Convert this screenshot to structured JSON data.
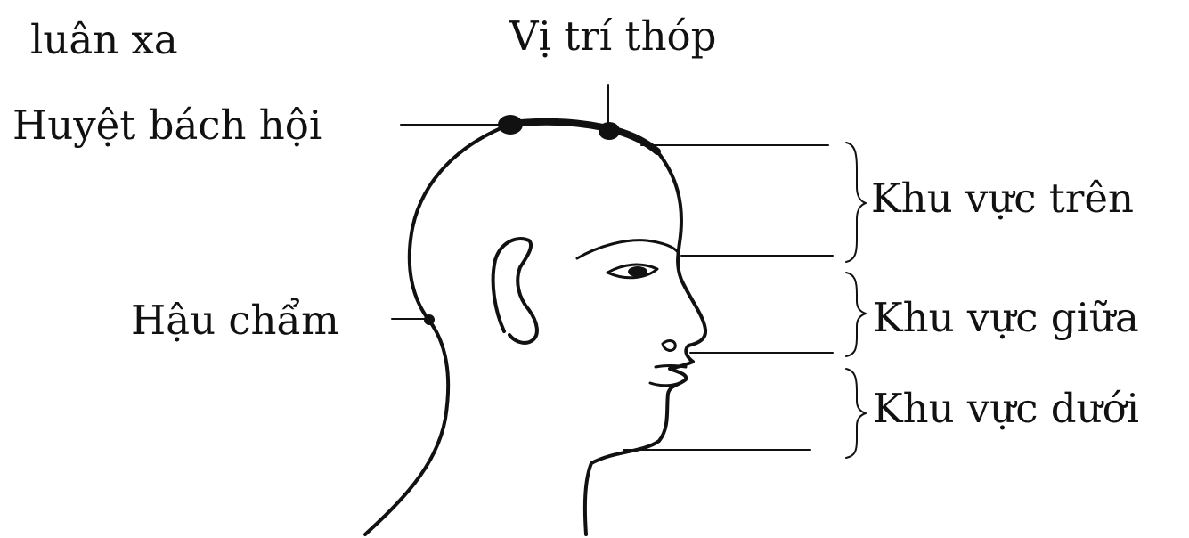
{
  "labels": {
    "top_left": "luân xa",
    "fontanel": "Vị trí thóp",
    "baihui": "Huyệt bách hội",
    "occiput": "Hậu chẩm",
    "upper_zone": "Khu vực trên",
    "middle_zone": "Khu vực giữa",
    "lower_zone": "Khu vực dưới"
  },
  "colors": {
    "ink": "#111111",
    "background": "#ffffff"
  }
}
